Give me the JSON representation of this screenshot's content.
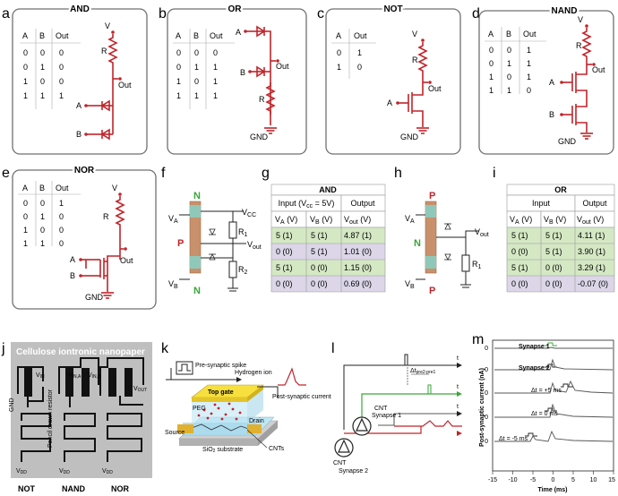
{
  "panel_labels": [
    "a",
    "b",
    "c",
    "d",
    "e",
    "f",
    "g",
    "h",
    "i",
    "j",
    "k",
    "l",
    "m"
  ],
  "gates": {
    "and": {
      "title": "AND",
      "headers": [
        "A",
        "B",
        "Out"
      ],
      "rows": [
        [
          "0",
          "0",
          "0"
        ],
        [
          "0",
          "1",
          "0"
        ],
        [
          "1",
          "0",
          "0"
        ],
        [
          "1",
          "1",
          "1"
        ]
      ],
      "nodes": {
        "v": "V",
        "r": "R",
        "out": "Out",
        "a": "A",
        "b": "B"
      }
    },
    "or": {
      "title": "OR",
      "headers": [
        "A",
        "B",
        "Out"
      ],
      "rows": [
        [
          "0",
          "0",
          "0"
        ],
        [
          "0",
          "1",
          "1"
        ],
        [
          "1",
          "0",
          "1"
        ],
        [
          "1",
          "1",
          "1"
        ]
      ],
      "nodes": {
        "a": "A",
        "b": "B",
        "out": "Out",
        "r": "R",
        "gnd": "GND"
      }
    },
    "not": {
      "title": "NOT",
      "headers": [
        "A",
        "Out"
      ],
      "rows": [
        [
          "0",
          "1"
        ],
        [
          "1",
          "0"
        ]
      ],
      "nodes": {
        "v": "V",
        "r": "R",
        "out": "Out",
        "a": "A",
        "gnd": "GND"
      }
    },
    "nand": {
      "title": "NAND",
      "headers": [
        "A",
        "B",
        "Out"
      ],
      "rows": [
        [
          "0",
          "0",
          "1"
        ],
        [
          "0",
          "1",
          "1"
        ],
        [
          "1",
          "0",
          "1"
        ],
        [
          "1",
          "1",
          "0"
        ]
      ],
      "nodes": {
        "v": "V",
        "r": "R",
        "out": "Out",
        "a": "A",
        "b": "B",
        "gnd": "GND"
      }
    },
    "nor": {
      "title": "NOR",
      "headers": [
        "A",
        "B",
        "Out"
      ],
      "rows": [
        [
          "0",
          "0",
          "1"
        ],
        [
          "0",
          "1",
          "0"
        ],
        [
          "1",
          "0",
          "0"
        ],
        [
          "1",
          "1",
          "0"
        ]
      ],
      "nodes": {
        "v": "V",
        "r": "R",
        "out": "Out",
        "a": "A",
        "b": "B",
        "gnd": "GND"
      }
    }
  },
  "f": {
    "n_top": "N",
    "p_mid": "P",
    "n_bot": "N",
    "va": "V",
    "va_sub": "A",
    "vb": "V",
    "vb_sub": "B",
    "vcc": "V",
    "vcc_sub": "CC",
    "r1": "R",
    "r1_sub": "1",
    "r2": "R",
    "r2_sub": "2",
    "vout": "V",
    "vout_sub": "out"
  },
  "h": {
    "p_top": "P",
    "n_mid": "N",
    "p_bot": "P",
    "va": "V",
    "va_sub": "A",
    "vb": "V",
    "vb_sub": "B",
    "vout": "V",
    "vout_sub": "out",
    "r1": "R",
    "r1_sub": "1"
  },
  "g": {
    "title": "AND",
    "hdr_input": "Input (V",
    "hdr_input_sub": "cc",
    "hdr_input_end": " = 5V)",
    "hdr_output": "Output",
    "sub_va": "V",
    "sub_va_s": "A",
    "sub_vb": "V",
    "sub_vb_s": "B",
    "sub_vout": "V",
    "sub_vout_s": "out",
    "unit": " (V)",
    "rows": [
      [
        "5 (1)",
        "5 (1)",
        "4.87 (1)"
      ],
      [
        "0 (0)",
        "5 (1)",
        "1.01 (0)"
      ],
      [
        "5 (1)",
        "0 (0)",
        "1.15 (0)"
      ],
      [
        "0 (0)",
        "0 (0)",
        "0.69 (0)"
      ]
    ],
    "colors": {
      "green": "#d4e8c4",
      "purple": "#dcd6e8"
    }
  },
  "i": {
    "title": "OR",
    "hdr_input": "Input",
    "hdr_output": "Output",
    "sub_va": "V",
    "sub_va_s": "A",
    "sub_vb": "V",
    "sub_vb_s": "B",
    "sub_vout": "V",
    "sub_vout_s": "out",
    "unit": " (V)",
    "rows": [
      [
        "5 (1)",
        "5 (1)",
        "4.11 (1)"
      ],
      [
        "0 (0)",
        "5 (1)",
        "3.90 (1)"
      ],
      [
        "5 (1)",
        "0 (0)",
        "3.29 (1)"
      ],
      [
        "0 (0)",
        "0 (0)",
        "-0.07 (0)"
      ]
    ]
  },
  "j": {
    "title": "Cellulose iontronic nanopaper",
    "resistor": "Pencil drawn resistor",
    "gnd": "GND",
    "vin": "V",
    "vin_sub": "IN",
    "vina": "V",
    "vina_sub": "IN,A",
    "vinb": "V",
    "vinb_sub": "IN,B",
    "vout": "V",
    "vout_sub": "OUT",
    "vdd": "V",
    "vdd_sub": "DD",
    "captions": [
      "NOT",
      "NAND",
      "NOR"
    ]
  },
  "k": {
    "spike": "Pre-synaptic spike",
    "hydrogen": "Hydrogen ion",
    "topgate": "Top gate",
    "peg": "PEG",
    "source": "Source",
    "drain": "Drain",
    "cnts": "CNTs",
    "substrate": "SiO",
    "substrate_sub": "2",
    "substrate_end": " substrate",
    "current": "Post-synaptic current"
  },
  "l": {
    "t": "t",
    "dt": "Δt",
    "dt_sub": "pre2-pre1",
    "cnt": "CNT",
    "syn1": "Synapse 1",
    "syn2": "Synapse 2"
  },
  "m": {
    "xlabel": "Time (ms)",
    "ylabel": "Post-synaptic current (nA)",
    "xticks": [
      "-15",
      "-10",
      "-5",
      "0",
      "5",
      "10",
      "15"
    ],
    "ytick": "0",
    "traces": [
      "Synapse 1",
      "Synapse 2",
      "Δt = +5 ms",
      "Δt = 0 ms",
      "Δt = -5 ms"
    ]
  },
  "colors": {
    "circuit": "#c0252b",
    "green_label": "#3aa63a",
    "cnt_label": "#1a7a7a"
  }
}
